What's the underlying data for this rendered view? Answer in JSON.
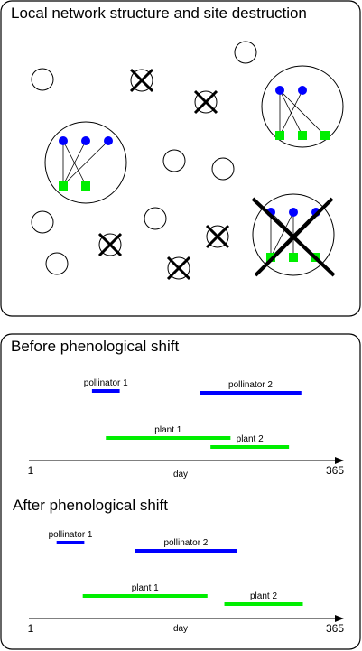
{
  "network_panel": {
    "title": "Local network structure and site destruction"
  },
  "phenology_panel": {
    "before": {
      "title": "Before phenological shift",
      "bars": [
        {
          "label": "pollinator 1",
          "start": 0.205,
          "end": 0.295,
          "kind": "pollinator"
        },
        {
          "label": "pollinator 2",
          "start": 0.555,
          "end": 0.885,
          "kind": "pollinator"
        },
        {
          "label": "plant 1",
          "start": 0.25,
          "end": 0.655,
          "kind": "plant"
        },
        {
          "label": "plant 2",
          "start": 0.59,
          "end": 0.845,
          "kind": "plant"
        }
      ],
      "axis": {
        "start_label": "1",
        "end_label": "365",
        "label": "day"
      }
    },
    "after": {
      "title": "After phenological shift",
      "bars": [
        {
          "label": "pollinator 1",
          "start": 0.09,
          "end": 0.18,
          "kind": "pollinator"
        },
        {
          "label": "pollinator 2",
          "start": 0.345,
          "end": 0.675,
          "kind": "pollinator"
        },
        {
          "label": "plant 1",
          "start": 0.175,
          "end": 0.58,
          "kind": "plant"
        },
        {
          "label": "plant 2",
          "start": 0.635,
          "end": 0.89,
          "kind": "plant"
        }
      ],
      "axis": {
        "start_label": "1",
        "end_label": "365",
        "label": "day"
      }
    }
  },
  "colors": {
    "pollinator": "#0000ff",
    "plant": "#00ee00",
    "outline": "#000000"
  }
}
